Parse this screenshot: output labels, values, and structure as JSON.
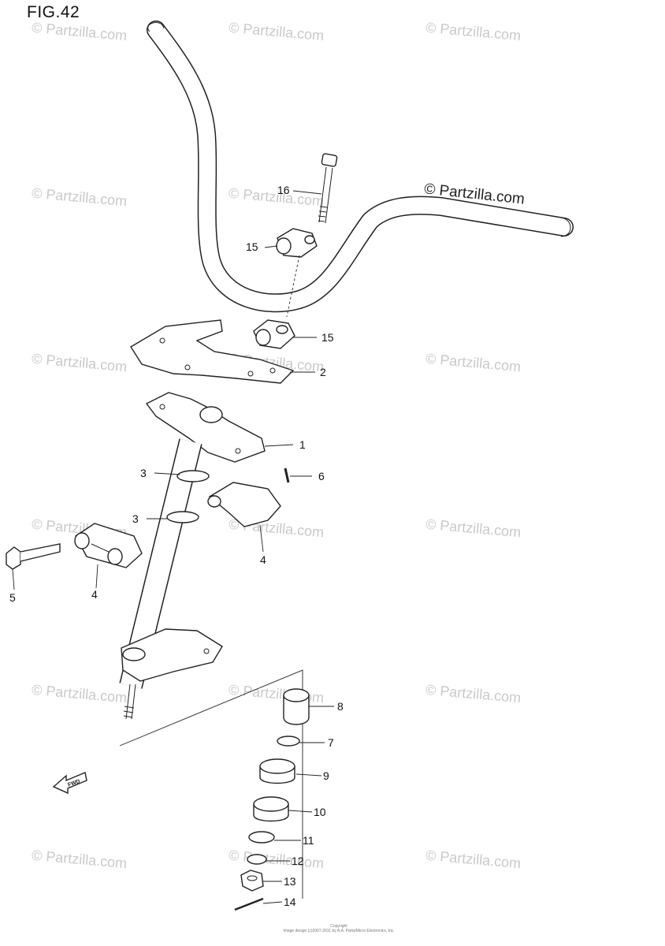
{
  "diagram": {
    "figure_label": "FIG.42",
    "main_watermark": "© Partzilla.com",
    "watermark_text": "© Partzilla.com",
    "arrow_label": "FWD",
    "footer_lines": [
      "Copyright",
      "Image design (c)2007-2011 by A.A. Parts/Micro Electronics, Inc."
    ],
    "parts": [
      {
        "ref": "1"
      },
      {
        "ref": "2"
      },
      {
        "ref": "3"
      },
      {
        "ref": "3"
      },
      {
        "ref": "4"
      },
      {
        "ref": "4"
      },
      {
        "ref": "5"
      },
      {
        "ref": "6"
      },
      {
        "ref": "7"
      },
      {
        "ref": "8"
      },
      {
        "ref": "9"
      },
      {
        "ref": "10"
      },
      {
        "ref": "11"
      },
      {
        "ref": "12"
      },
      {
        "ref": "13"
      },
      {
        "ref": "14"
      },
      {
        "ref": "15"
      },
      {
        "ref": "15"
      },
      {
        "ref": "16"
      }
    ]
  }
}
